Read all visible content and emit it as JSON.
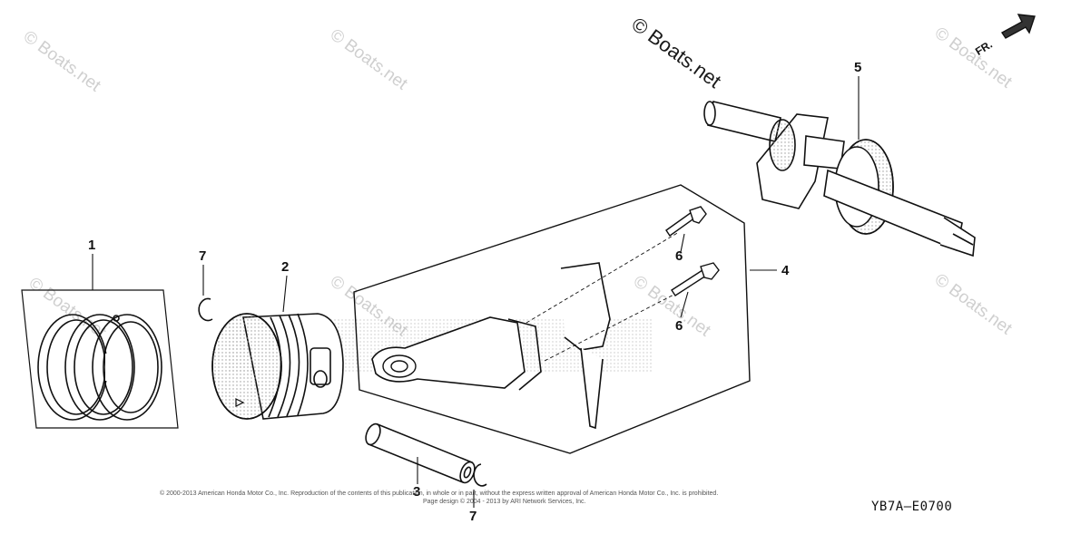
{
  "watermarks": {
    "small": "© Boats.net",
    "large": "© Boats.net"
  },
  "direction_label": "FR.",
  "callouts": {
    "c1": "1",
    "c2": "2",
    "c3": "3",
    "c4": "4",
    "c5": "5",
    "c6a": "6",
    "c6b": "6",
    "c7a": "7",
    "c7b": "7"
  },
  "footer": {
    "copyright_line1": "© 2000-2013 American Honda Motor Co., Inc. Reproduction of the contents of this publication, in whole or in part, without the express written approval of American Honda Motor Co., Inc. is prohibited.",
    "copyright_line2": "Page design © 2004 - 2013 by ARI Network Services, Inc.",
    "diagram_code": "YB7A—E0700"
  },
  "colors": {
    "ink": "#111111",
    "watermark": "#cfcfcf",
    "shade": "#bdbdbd"
  }
}
